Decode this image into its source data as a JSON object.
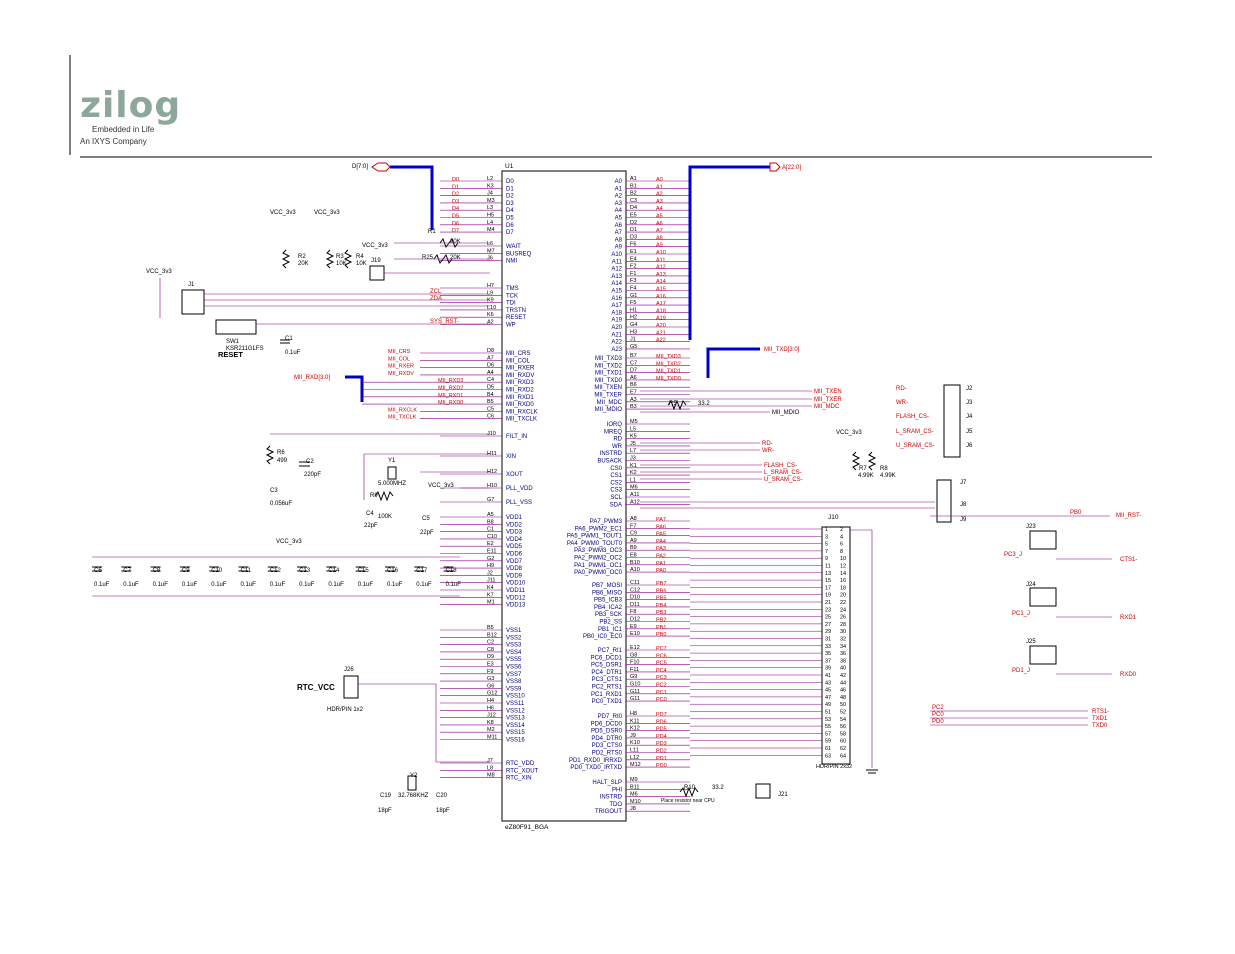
{
  "logo": {
    "word": "zilog",
    "tagline": "Embedded in Life",
    "company": "An IXYS Company"
  },
  "chip": {
    "ref": "U1",
    "part": "eZ80F91_BGA",
    "left_pins": [
      [
        "D0",
        "L2",
        "D0"
      ],
      [
        "D1",
        "K3",
        "D1"
      ],
      [
        "D2",
        "J4",
        "D2"
      ],
      [
        "D3",
        "M3",
        "D3"
      ],
      [
        "D4",
        "L3",
        "D4"
      ],
      [
        "D5",
        "H5",
        "D5"
      ],
      [
        "D6",
        "L4",
        "D6"
      ],
      [
        "D7",
        "M4",
        "D7"
      ],
      [
        "",
        "L6",
        "WAIT"
      ],
      [
        "",
        "M7",
        "BUSREQ"
      ],
      [
        "",
        "J6",
        "NMI"
      ],
      [
        "",
        "H7",
        "TMS"
      ],
      [
        "ZCL",
        "L9",
        "TCK"
      ],
      [
        "ZDA",
        "K9",
        "TDI"
      ],
      [
        "",
        "L10",
        "TRSTN"
      ],
      [
        "SYS_RST-",
        "K6",
        "RESET"
      ],
      [
        "",
        "A2",
        "WP"
      ],
      [
        "MII_CRS",
        "D8",
        "MII_CRS"
      ],
      [
        "MII_COL",
        "A7",
        "MII_COL"
      ],
      [
        "MII_RXER",
        "D6",
        "MII_RXER"
      ],
      [
        "MII_RXDV",
        "A4",
        "MII_RXDV"
      ],
      [
        "MII_RXD3",
        "C4",
        "MII_RXD3"
      ],
      [
        "MII_RXD2",
        "D5",
        "MII_RXD2"
      ],
      [
        "MII_RXD1",
        "B4",
        "MII_RXD1"
      ],
      [
        "MII_RXD0",
        "B5",
        "MII_RXD0"
      ],
      [
        "MII_RXCLK",
        "C5",
        "MII_RXCLK"
      ],
      [
        "MII_TXCLK",
        "C6",
        "MII_TXCLK"
      ],
      [
        "",
        "J10",
        "FILT_IN"
      ],
      [
        "",
        "H11",
        "XIN"
      ],
      [
        "",
        "H12",
        "XOUT"
      ],
      [
        "",
        "H10",
        "PLL_VDD"
      ],
      [
        "",
        "G7",
        "PLL_VSS"
      ],
      [
        "",
        "A5",
        "VDD1"
      ],
      [
        "",
        "B8",
        "VDD2"
      ],
      [
        "",
        "C1",
        "VDD3"
      ],
      [
        "",
        "C10",
        "VDD4"
      ],
      [
        "",
        "E2",
        "VDD5"
      ],
      [
        "",
        "E11",
        "VDD6"
      ],
      [
        "",
        "G2",
        "VDD7"
      ],
      [
        "",
        "H9",
        "VDD8"
      ],
      [
        "",
        "J2",
        "VDD9"
      ],
      [
        "",
        "J11",
        "VDD10"
      ],
      [
        "",
        "K4",
        "VDD11"
      ],
      [
        "",
        "K7",
        "VDD12"
      ],
      [
        "",
        "M1",
        "VDD13"
      ],
      [
        "",
        "B5",
        "VSS1"
      ],
      [
        "",
        "B12",
        "VSS2"
      ],
      [
        "",
        "C2",
        "VSS3"
      ],
      [
        "",
        "C8",
        "VSS4"
      ],
      [
        "",
        "D9",
        "VSS5"
      ],
      [
        "",
        "E3",
        "VSS6"
      ],
      [
        "",
        "F9",
        "VSS7"
      ],
      [
        "",
        "G3",
        "VSS8"
      ],
      [
        "",
        "G6",
        "VSS9"
      ],
      [
        "",
        "G12",
        "VSS10"
      ],
      [
        "",
        "H4",
        "VSS11"
      ],
      [
        "",
        "H6",
        "VSS12"
      ],
      [
        "",
        "J12",
        "VSS13"
      ],
      [
        "",
        "K8",
        "VSS14"
      ],
      [
        "",
        "M2",
        "VSS15"
      ],
      [
        "",
        "M11",
        "VSS16"
      ],
      [
        "",
        "J7",
        "RTC_VDD"
      ],
      [
        "",
        "L8",
        "RTC_XOUT"
      ],
      [
        "",
        "M8",
        "RTC_XIN"
      ]
    ],
    "right_pins": [
      [
        "A0",
        "A1",
        "A0"
      ],
      [
        "A1",
        "B1",
        "A1"
      ],
      [
        "A2",
        "B2",
        "A2"
      ],
      [
        "A3",
        "C3",
        "A3"
      ],
      [
        "A4",
        "D4",
        "A4"
      ],
      [
        "A5",
        "E5",
        "A5"
      ],
      [
        "A6",
        "D2",
        "A6"
      ],
      [
        "A7",
        "D1",
        "A7"
      ],
      [
        "A8",
        "D3",
        "A8"
      ],
      [
        "A9",
        "F6",
        "A9"
      ],
      [
        "A10",
        "E1",
        "A10"
      ],
      [
        "A11",
        "E4",
        "A11"
      ],
      [
        "A12",
        "F2",
        "A12"
      ],
      [
        "A13",
        "F1",
        "A13"
      ],
      [
        "A14",
        "F3",
        "A14"
      ],
      [
        "A15",
        "F4",
        "A15"
      ],
      [
        "A16",
        "G1",
        "A16"
      ],
      [
        "A17",
        "F5",
        "A17"
      ],
      [
        "A18",
        "H1",
        "A18"
      ],
      [
        "A19",
        "H2",
        "A19"
      ],
      [
        "A20",
        "G4",
        "A20"
      ],
      [
        "A21",
        "H3",
        "A21"
      ],
      [
        "A22",
        "J1",
        "A22"
      ],
      [
        "A23",
        "G5",
        ""
      ],
      [
        "MII_TXD3",
        "B7",
        "MII_TXD3"
      ],
      [
        "MII_TXD2",
        "C7",
        "MII_TXD2"
      ],
      [
        "MII_TXD1",
        "D7",
        "MII_TXD1"
      ],
      [
        "MII_TXD0",
        "A6",
        "MII_TXD0"
      ],
      [
        "MII_TXEN",
        "B6",
        ""
      ],
      [
        "MII_TXER",
        "E7",
        ""
      ],
      [
        "MII_MDC",
        "A3",
        ""
      ],
      [
        "MII_MDIO",
        "B3",
        ""
      ],
      [
        "IORQ",
        "M5",
        ""
      ],
      [
        "MREQ",
        "L5",
        ""
      ],
      [
        "RD",
        "K5",
        ""
      ],
      [
        "WR",
        "J5",
        ""
      ],
      [
        "INSTRD",
        "L7",
        ""
      ],
      [
        "BUSACK",
        "J3",
        ""
      ],
      [
        "CS0",
        "K1",
        ""
      ],
      [
        "CS1",
        "K2",
        ""
      ],
      [
        "CS2",
        "L1",
        ""
      ],
      [
        "CS3",
        "M6",
        ""
      ],
      [
        "SCL",
        "A11",
        ""
      ],
      [
        "SDA",
        "A12",
        ""
      ],
      [
        "PA7_PWM3",
        "A8",
        "PA7"
      ],
      [
        "PA6_PWM2_EC1",
        "F7",
        "PA6"
      ],
      [
        "PA5_PWM1_TOUT1",
        "C9",
        "PA5"
      ],
      [
        "PA4_PWM0_TOUT0",
        "A9",
        "PA4"
      ],
      [
        "PA3_PWM3_OC3",
        "B9",
        "PA3"
      ],
      [
        "PA2_PWM2_OC2",
        "E8",
        "PA2"
      ],
      [
        "PA1_PWM1_OC1",
        "B10",
        "PA1"
      ],
      [
        "PA0_PWM0_OC0",
        "A10",
        "PA0"
      ],
      [
        "PB7_MOSI",
        "C11",
        "PB7"
      ],
      [
        "PB6_MISO",
        "C12",
        "PB6"
      ],
      [
        "PB5_ICB3",
        "D10",
        "PB5"
      ],
      [
        "PB4_ICA2",
        "D11",
        "PB4"
      ],
      [
        "PB3_SCK",
        "F8",
        "PB3"
      ],
      [
        "PB2_SS",
        "D12",
        "PB2"
      ],
      [
        "PB1_IC1",
        "E9",
        "PB1"
      ],
      [
        "PB0_IC0_EC0",
        "E10",
        "PB0"
      ],
      [
        "PC7_RI1",
        "E12",
        "PC7"
      ],
      [
        "PC6_DCD1",
        "G8",
        "PC6"
      ],
      [
        "PC5_DSR1",
        "F10",
        "PC5"
      ],
      [
        "PC4_DTR1",
        "F11",
        "PC4"
      ],
      [
        "PC3_CTS1",
        "G9",
        "PC3"
      ],
      [
        "PC2_RTS1",
        "G10",
        "PC2"
      ],
      [
        "PC1_RXD1",
        "G11",
        "PC1"
      ],
      [
        "PC0_TXD1",
        "G11",
        "PC0"
      ],
      [
        "PD7_RI0",
        "H8",
        "PD7"
      ],
      [
        "PD6_DCD0",
        "K11",
        "PD6"
      ],
      [
        "PD5_DSR0",
        "K12",
        "PD5"
      ],
      [
        "PD4_DTR0",
        "J9",
        "PD4"
      ],
      [
        "PD3_CTS0",
        "K10",
        "PD3"
      ],
      [
        "PD2_RTS0",
        "L11",
        "PD2"
      ],
      [
        "PD1_RXD0_IRRXD",
        "L12",
        "PD1"
      ],
      [
        "PD0_TXD0_IRTXD",
        "M12",
        "PD0"
      ],
      [
        "HALT_SLP",
        "M9",
        ""
      ],
      [
        "PHI",
        "B11",
        ""
      ],
      [
        "INSTRD",
        "M6",
        ""
      ],
      [
        "TDO",
        "M10",
        ""
      ],
      [
        "TRIGOUT",
        "J8",
        ""
      ]
    ]
  },
  "nets": {
    "d_bus": "D[7:0]",
    "a_bus": "A[22:0]",
    "rxd_bus": "MII_RXD[3:0]",
    "txd_bus": "MII_TXD[3:0]",
    "vcc": "VCC_3v3",
    "mdio": "MII_MDIO",
    "txen": "MII_TXEN",
    "txer": "MII_TXER",
    "mdc": "MII_MDC",
    "rd": "RD-",
    "wr": "WR-",
    "flash_cs": "FLASH_CS-",
    "lsram": "L_SRAM_CS-",
    "usram": "U_SRAM_CS-",
    "pb0": "PB0",
    "mii_rst": "MII_RST-",
    "cts1": "CTS1-",
    "rxd1": "RXD1",
    "rxd0": "RXD0",
    "pc3j": "PC3_J",
    "pc1j": "PC1_J",
    "pd1j": "PD1_J",
    "rts1": "RTS1-",
    "txd1": "TXD1",
    "txd0": "TXD0",
    "pc2": "PC2",
    "pc0": "PC0",
    "pd0": "PD0",
    "pc3": "PC3",
    "pc1": "PC1",
    "pd1": "PD1"
  },
  "components": {
    "r1": [
      "R1",
      "20K"
    ],
    "r25": [
      "R25",
      "20K"
    ],
    "r2": [
      "R2",
      "20K"
    ],
    "r3": [
      "R3",
      "10K"
    ],
    "r4": [
      "R4",
      "10K"
    ],
    "r5": [
      "R5",
      "33.2"
    ],
    "r6": [
      "R6",
      "499"
    ],
    "r7": [
      "R7",
      "4.99K"
    ],
    "r8": [
      "R8",
      "4.99K"
    ],
    "r9": [
      "R9",
      "100K"
    ],
    "r10": [
      "R10",
      "33.2"
    ],
    "c1": [
      "C1",
      "0.1uF"
    ],
    "c2": [
      "C2",
      "220pF"
    ],
    "c3": [
      "C3",
      "0.056uF"
    ],
    "c4": [
      "C4",
      "22pF"
    ],
    "c5": [
      "C5",
      "22pF"
    ],
    "c19": [
      "C19",
      "18pF"
    ],
    "c20": [
      "C20",
      "18pF"
    ],
    "y1": [
      "Y1",
      "5.000MHZ"
    ],
    "y2": [
      "Y2",
      "32.768KHZ"
    ],
    "sw1": [
      "SW1",
      "KSR211GLFS"
    ],
    "reset_label": "RESET",
    "rtc_label": "RTC_VCC",
    "j26_desc": "HDR/PIN 1x2",
    "j10_desc": "HDR/PIN 2x32",
    "r10_note": "Place resistor near CPU",
    "decaps": [
      [
        "C6",
        "0.1uF"
      ],
      [
        "C7",
        "0.1uF"
      ],
      [
        "C8",
        "0.1uF"
      ],
      [
        "C9",
        "0.1uF"
      ],
      [
        "C10",
        "0.1uF"
      ],
      [
        "C11",
        "0.1uF"
      ],
      [
        "C12",
        "0.1uF"
      ],
      [
        "C13",
        "0.1uF"
      ],
      [
        "C14",
        "0.1uF"
      ],
      [
        "C15",
        "0.1uF"
      ],
      [
        "C16",
        "0.1uF"
      ],
      [
        "C17",
        "0.1uF"
      ],
      [
        "C18",
        "0.1uF"
      ]
    ],
    "jumpers": [
      "J1",
      "J2",
      "J3",
      "J4",
      "J5",
      "J6",
      "J7",
      "J8",
      "J9",
      "J10",
      "J19",
      "J21",
      "J23",
      "J24",
      "J25",
      "J26"
    ]
  },
  "colors": {
    "net": "#cc0000",
    "part": "#000080",
    "bus": "#0000cc",
    "wire": "#880088"
  }
}
